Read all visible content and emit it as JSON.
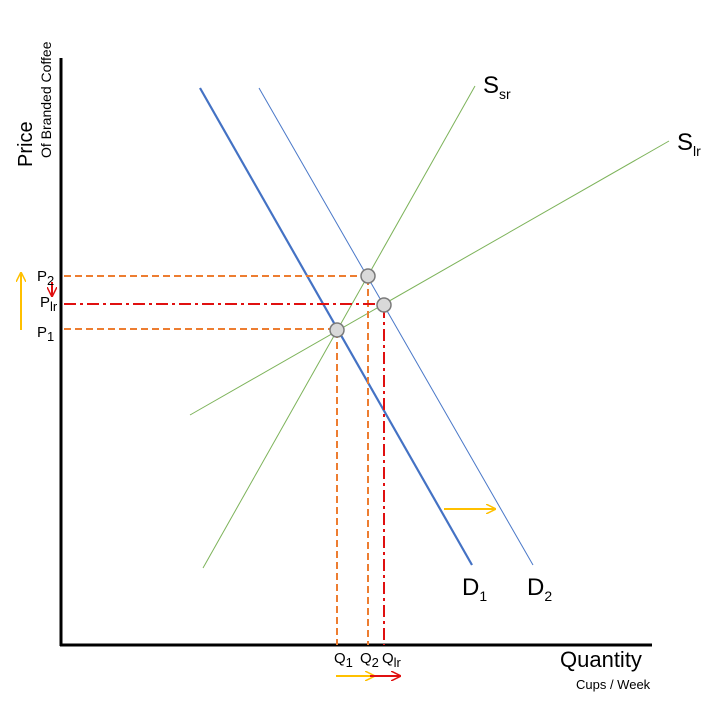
{
  "axes": {
    "y_title": "Price",
    "y_subtitle": "Of Branded Coffee",
    "x_title": "Quantity",
    "x_subtitle": "Cups / Week"
  },
  "curves": {
    "s_sr": {
      "main": "S",
      "sub": "sr"
    },
    "s_lr": {
      "main": "S",
      "sub": "lr"
    },
    "d1": {
      "main": "D",
      "sub": "1"
    },
    "d2": {
      "main": "D",
      "sub": "2"
    }
  },
  "price_labels": {
    "p2": {
      "main": "P",
      "sub": "2"
    },
    "plr": {
      "main": "P",
      "sub": "lr"
    },
    "p1": {
      "main": "P",
      "sub": "1"
    }
  },
  "quantity_labels": {
    "q1": {
      "main": "Q",
      "sub": "1"
    },
    "q2": {
      "main": "Q",
      "sub": "2"
    },
    "qlr": {
      "main": "Q",
      "sub": "lr"
    }
  },
  "colors": {
    "supply": "#7db35a",
    "demand1": "#4472c4",
    "demand2": "#4a78c8",
    "guide_orange": "#ed7d31",
    "guide_red": "#e01010",
    "arrow_yellow": "#ffc000",
    "point_fill": "#d9d9d9"
  }
}
